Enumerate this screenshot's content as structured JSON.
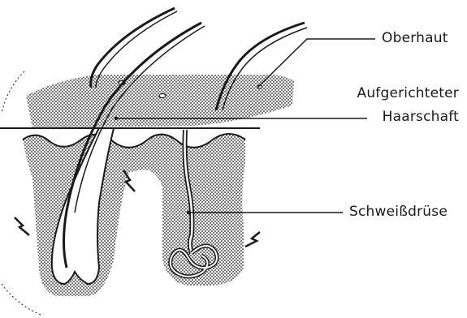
{
  "labels": {
    "epidermis": "Oberhaut",
    "hair_shaft_line1": "Aufgerichteter",
    "hair_shaft_line2": "Haarschaft",
    "sweat_gland": "Schweißdrüse"
  },
  "colors": {
    "ink": "#1a1a1a",
    "background": "#ffffff"
  }
}
